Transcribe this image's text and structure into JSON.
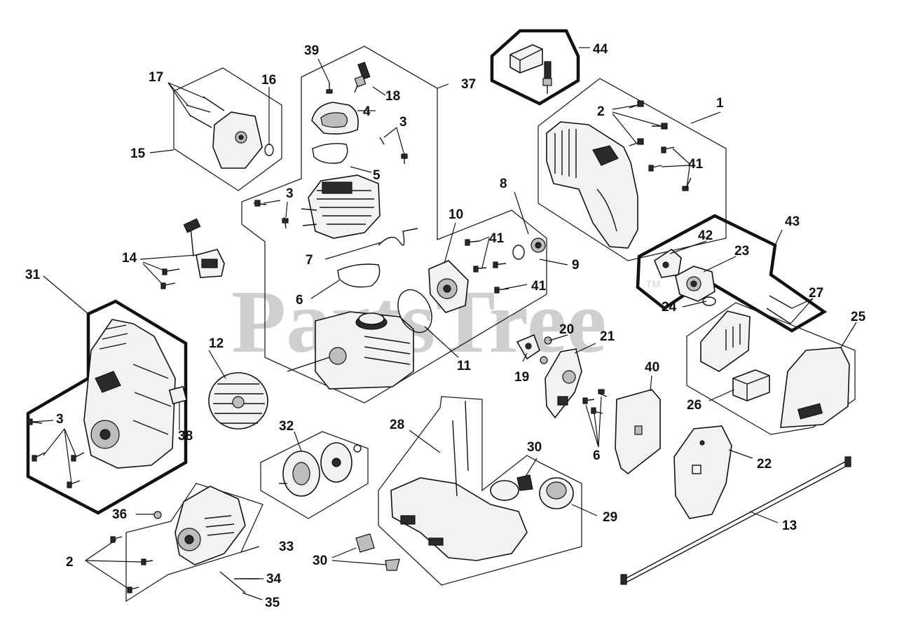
{
  "diagram": {
    "watermark": "PartsTree",
    "watermark_tm": "TM",
    "callouts": {
      "c1": "1",
      "c2a": "2",
      "c2b": "2",
      "c3a": "3",
      "c3b": "3",
      "c3c": "3",
      "c4": "4",
      "c5": "5",
      "c6a": "6",
      "c6b": "6",
      "c7": "7",
      "c8": "8",
      "c9": "9",
      "c10": "10",
      "c11": "11",
      "c12": "12",
      "c13": "13",
      "c14": "14",
      "c15": "15",
      "c16": "16",
      "c17": "17",
      "c18": "18",
      "c19": "19",
      "c20": "20",
      "c21": "21",
      "c22": "22",
      "c23": "23",
      "c24": "24",
      "c25": "25",
      "c26": "26",
      "c27": "27",
      "c28": "28",
      "c29": "29",
      "c30a": "30",
      "c30b": "30",
      "c31": "31",
      "c32": "32",
      "c33": "33",
      "c34": "34",
      "c35": "35",
      "c36": "36",
      "c37": "37",
      "c38": "38",
      "c39": "39",
      "c40": "40",
      "c41a": "41",
      "c41b": "41",
      "c41c": "41",
      "c42": "42",
      "c43": "43",
      "c44": "44"
    }
  }
}
